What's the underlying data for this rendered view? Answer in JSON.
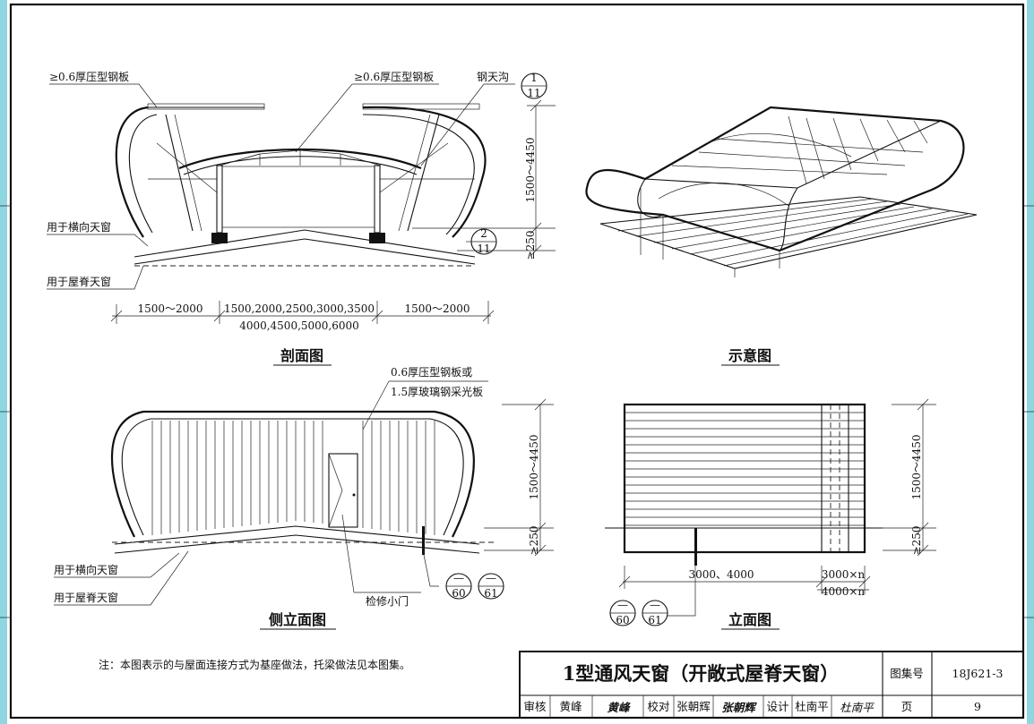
{
  "colors": {
    "accent": "#8fd6e0",
    "line": "#111111"
  },
  "section": {
    "label_sheet_left": "≥0.6厚压型钢板",
    "label_sheet_mid": "≥0.6厚压型钢板",
    "label_gutter": "钢天沟",
    "detail_top": {
      "num": "1",
      "sheet": "11"
    },
    "detail_bottom": {
      "num": "2",
      "sheet": "11"
    },
    "label_transverse": "用于横向天窗",
    "label_ridge": "用于屋脊天窗",
    "dim_height": "1500～4450",
    "dim_base": "≥250",
    "dim_left": "1500～2000",
    "dim_mid_line1": "1500,2000,2500,3000,3500",
    "dim_mid_line2": "4000,4500,5000,6000",
    "dim_right": "1500～2000",
    "title": "剖面图"
  },
  "schematic": {
    "title": "示意图"
  },
  "side": {
    "label_panel_line1": "0.6厚压型钢板或",
    "label_panel_line2": "1.5厚玻璃钢采光板",
    "dim_height": "1500～4450",
    "dim_base": "≥250",
    "label_transverse": "用于横向天窗",
    "label_ridge": "用于屋脊天窗",
    "label_door": "检修小门",
    "ref_a": {
      "num": "—",
      "sheet": "60"
    },
    "ref_b": {
      "num": "—",
      "sheet": "61"
    },
    "title": "侧立面图"
  },
  "front": {
    "dim_height": "1500～4450",
    "dim_base": "≥250",
    "dim_width": "3000、4000",
    "dim_mod_top": "3000×n",
    "dim_mod_bottom": "4000×n",
    "ref_a": {
      "num": "—",
      "sheet": "60"
    },
    "ref_b": {
      "num": "—",
      "sheet": "61"
    },
    "title": "立面图"
  },
  "note": "注：本图表示的与屋面连接方式为基座做法，托梁做法见本图集。",
  "titleblock": {
    "title": "1型通风天窗（开敞式屋脊天窗）",
    "atlas_label": "图集号",
    "atlas_no": "18J621-3",
    "review_label": "审核",
    "reviewer": "黄峰",
    "reviewer_sig": "黄峰",
    "check_label": "校对",
    "checker": "张朝辉",
    "checker_sig": "张朝辉",
    "design_label": "设计",
    "designer": "杜南平",
    "designer_sig": "杜南平",
    "page_label": "页",
    "page_no": "9"
  }
}
